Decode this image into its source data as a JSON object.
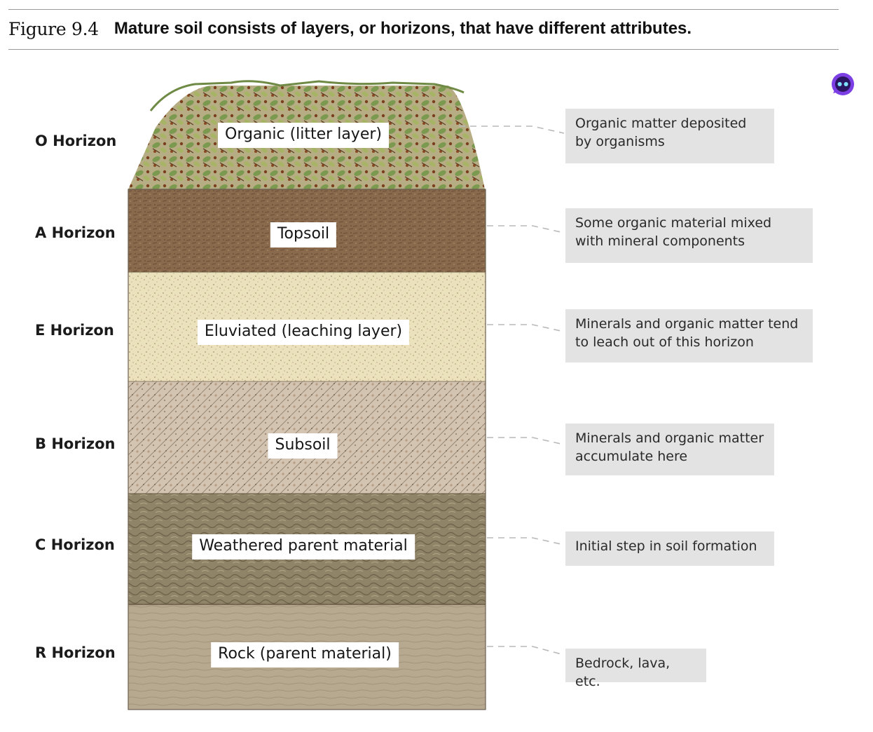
{
  "figure": {
    "number": "Figure 9.4",
    "title": "Mature soil consists of layers, or horizons, that have different attributes."
  },
  "horizons": [
    {
      "name": "O Horizon",
      "layer": "Organic (litter layer)",
      "description": "Organic matter deposited by organisms",
      "color": "#b7ad84"
    },
    {
      "name": "A Horizon",
      "layer": "Topsoil",
      "description": "Some organic material mixed with mineral components",
      "color": "#8a6a4c"
    },
    {
      "name": "E Horizon",
      "layer": "Eluviated (leaching layer)",
      "description": "Minerals and organic matter tend to leach out of this horizon",
      "color": "#ece1bd"
    },
    {
      "name": "B Horizon",
      "layer": "Subsoil",
      "description": "Minerals and organic matter accumulate here",
      "color": "#d3c4b2"
    },
    {
      "name": "C Horizon",
      "layer": "Weathered parent material",
      "description": "Initial step in soil formation",
      "color": "#8f8468"
    },
    {
      "name": "R Horizon",
      "layer": "Rock (parent material)",
      "description": "Bedrock, lava, etc.",
      "color": "#b7a890"
    }
  ],
  "icons": {
    "assistant": "assistant-bubble-icon"
  },
  "colors": {
    "rule": "#9a9a9a",
    "description_box": "#e3e3e3",
    "leader_line": "#b9b9b9",
    "assistant_icon": "#7b3fe4"
  }
}
